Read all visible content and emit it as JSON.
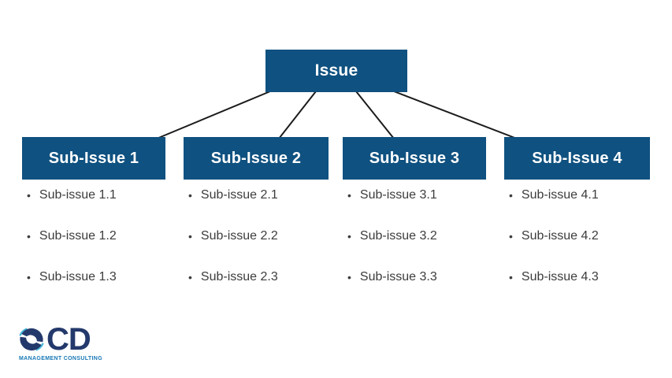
{
  "tree": {
    "root": {
      "label": "Issue"
    },
    "branches": [
      {
        "label": "Sub-Issue 1",
        "items": [
          "Sub-issue 1.1",
          "Sub-issue 1.2",
          "Sub-issue 1.3"
        ]
      },
      {
        "label": "Sub-Issue 2",
        "items": [
          "Sub-issue 2.1",
          "Sub-issue 2.2",
          "Sub-issue 2.3"
        ]
      },
      {
        "label": "Sub-Issue 3",
        "items": [
          "Sub-issue 3.1",
          "Sub-issue 3.2",
          "Sub-issue 3.3"
        ]
      },
      {
        "label": "Sub-Issue 4",
        "items": [
          "Sub-issue 4.1",
          "Sub-issue 4.2",
          "Sub-issue 4.3"
        ]
      }
    ]
  },
  "logo": {
    "mark": "swirl-s-mark",
    "text": "CD",
    "tagline": "MANAGEMENT CONSULTING"
  },
  "colors": {
    "box_blue": "#0f5180",
    "connector": "#1b1b1b",
    "bullet_text": "#3c3c3c",
    "logo_navy": "#24396b",
    "logo_blue": "#1878b5",
    "logo_teal": "#49b8d8"
  }
}
